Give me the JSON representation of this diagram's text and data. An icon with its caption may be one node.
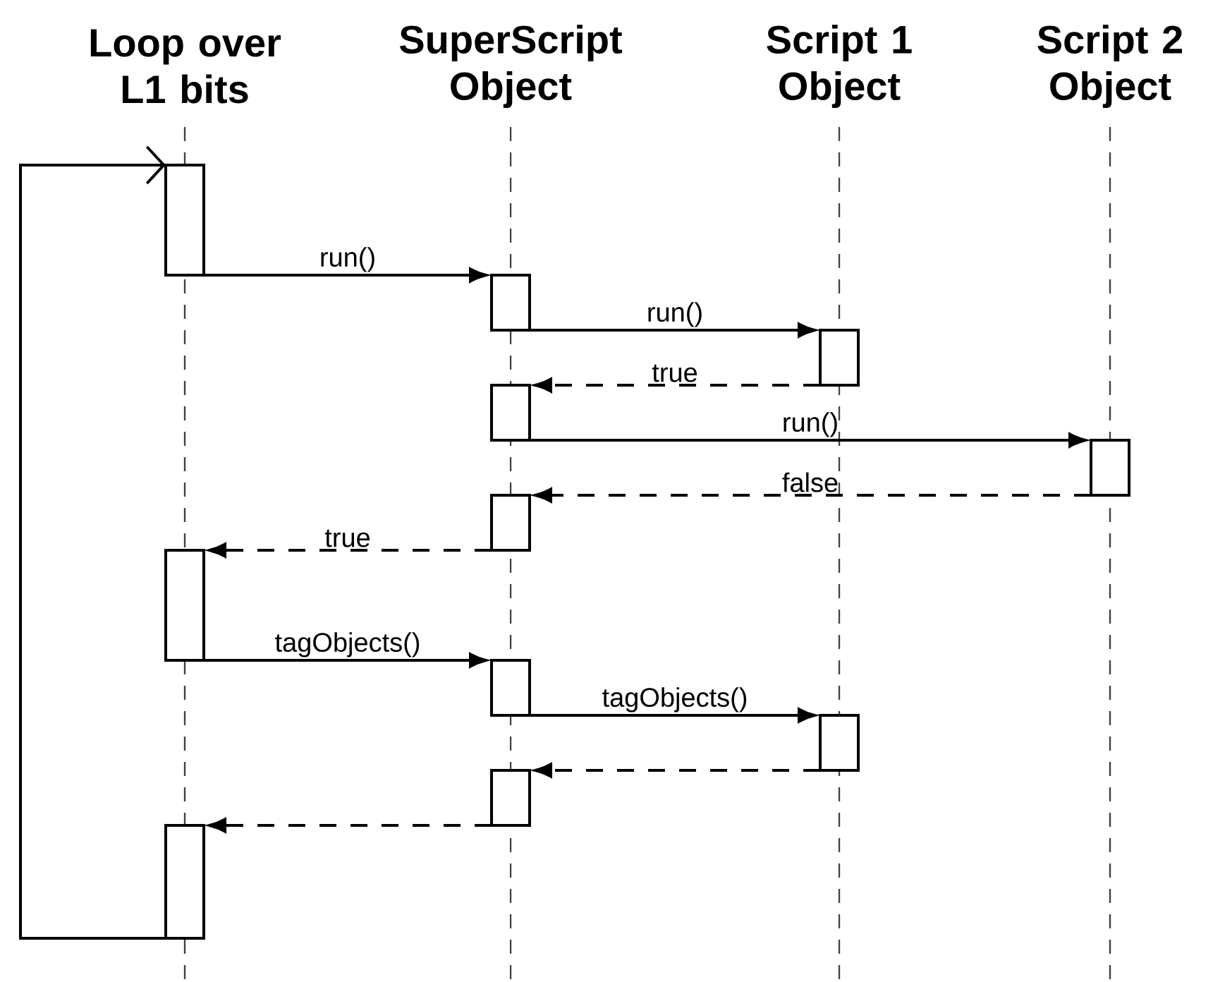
{
  "diagram": {
    "nodes": [
      {
        "text": [
          "Loop over L1 bits"
        ]
      },
      {
        "text": [
          "SuperScript Object"
        ]
      },
      {
        "text": [
          "Script 1 Object"
        ]
      },
      {
        "text": [
          "Script 2 Object"
        ]
      },
      {
        "text": [],
        "shape": "bar"
      },
      {
        "text": [],
        "shape": "bar"
      },
      {
        "text": [],
        "shape": "bar"
      },
      {
        "text": [],
        "shape": "bar"
      },
      {
        "text": [],
        "shape": "bar"
      },
      {
        "text": [],
        "shape": "bar"
      },
      {
        "text": [],
        "shape": "bar"
      },
      {
        "text": [],
        "shape": "bar"
      },
      {
        "text": [],
        "shape": "bar"
      },
      {
        "text": [],
        "shape": "bar"
      },
      {
        "text": [],
        "shape": "bar"
      }
    ],
    "edges": [
      {
        "from": 4,
        "to": 5,
        "arrow": "to",
        "label": "run()"
      },
      {
        "from": 5,
        "to": 6,
        "arrow": "to",
        "label": "run()"
      },
      {
        "from": 6,
        "to": 7,
        "arrow": "to",
        "label": "true",
        "style": "dashed"
      },
      {
        "from": 7,
        "to": 8,
        "arrow": "to",
        "label": "run()"
      },
      {
        "from": 8,
        "to": 9,
        "arrow": "to",
        "label": "false",
        "style": "dashed"
      },
      {
        "from": 9,
        "to": 10,
        "arrow": "to",
        "label": "true",
        "style": "dashed"
      },
      {
        "from": 10,
        "to": 11,
        "arrow": "to",
        "label": "tagObjects()"
      },
      {
        "from": 11,
        "to": 12,
        "arrow": "to",
        "label": "tagObjects()"
      },
      {
        "from": 12,
        "to": 13,
        "arrow": "to",
        "style": "dashed"
      },
      {
        "from": 13,
        "to": 14,
        "arrow": "to",
        "style": "dashed"
      },
      {
        "from": 14,
        "to": 4,
        "arrow": "to"
      }
    ]
  }
}
